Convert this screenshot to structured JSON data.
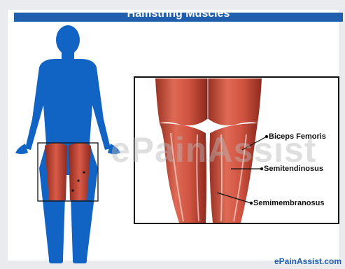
{
  "title": "Hamstring Muscles",
  "watermark": "ePainAssist",
  "brand": "ePainAssist.com",
  "labels": {
    "biceps_femoris": "Biceps Femoris",
    "semitendinosus": "Semitendinosus",
    "semimembranosus": "Semimembranosus"
  },
  "colors": {
    "title_bar": "#1f5fae",
    "body_silhouette": "#1163c4",
    "muscle": "#c94a3a",
    "frame_border": "#111111"
  }
}
